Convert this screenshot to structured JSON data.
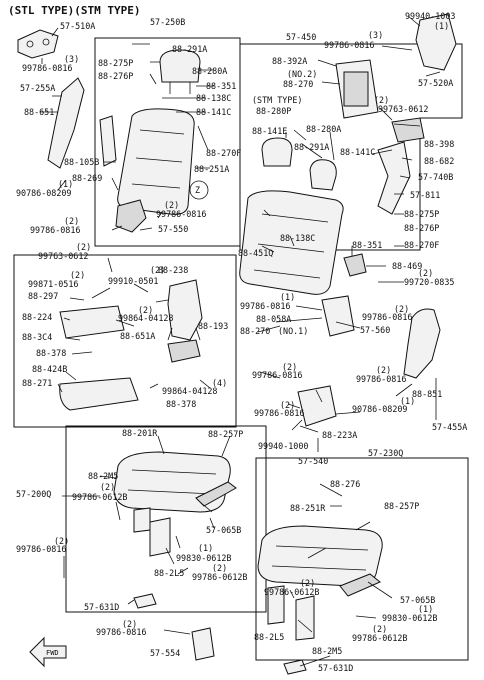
{
  "header": {
    "title": "(STL TYPE)(STM TYPE)"
  },
  "labels": {
    "l_57510A": "57-510A",
    "l_57250B": "57-250B",
    "l_99940_1003": "99940-1003",
    "l_57450": "57-450",
    "l_99786_0816_a": "99786-0816",
    "l_99786_0816_b": "99786-0816",
    "l_57520A": "57-520A",
    "l_88291A": "88-291A",
    "l_88275P_a": "88-275P",
    "l_88280A_a": "88-280A",
    "l_88276P_a": "88-276P",
    "l_88351_a": "88-351",
    "l_57255A": "57-255A",
    "l_88138C_a": "88-138C",
    "l_88651": "88-651",
    "l_88141C_a": "88-141C",
    "l_88392A": "88-392A",
    "l_no2": "(NO.2)",
    "l_88270_a": "88-270",
    "l_stm_type": "(STM TYPE)",
    "l_88280P": "88-280P",
    "l_99763_0612_a": "99763-0612",
    "l_88141E": "88-141E",
    "l_88280A_b": "88-280A",
    "l_88398": "88-398",
    "l_88682": "88-682",
    "l_88291A_b": "88-291A",
    "l_88141C_b": "88-141C",
    "l_57740B": "57-740B",
    "l_88270F_a": "88-270F",
    "l_88105B": "88-105B",
    "l_88269": "88-269",
    "l_88251A": "88-251A",
    "l_57811": "57-811",
    "l_90786_08209_a": "90786-08209",
    "l_99786_0816_c": "99786-0816",
    "l_88275P_b": "88-275P",
    "l_88276P_b": "88-276P",
    "l_99786_0816_d": "99786-0816",
    "l_57550": "57-550",
    "l_88138C_b": "88-138C",
    "l_88270F_b": "88-270F",
    "l_88351_b": "88-351",
    "l_99763_0612_b": "99763-0612",
    "l_88451Q": "88-451Q",
    "l_88469": "88-469",
    "l_88238": "88-238",
    "l_99720_0835": "99720-0835",
    "l_99871_0516": "99871-0516",
    "l_99910_0501": "99910-0501",
    "l_88297": "88-297",
    "l_99786_0816_e": "99786-0816",
    "l_88058A": "88-058A",
    "l_88224": "88-224",
    "l_99864_04128_a": "99864-04128",
    "l_99786_0816_f": "99786-0816",
    "l_88193": "88-193",
    "l_88270_no1": "88-270",
    "l_no1": "(NO.1)",
    "l_57560": "57-560",
    "l_883C4": "88-3C4",
    "l_88651A": "88-651A",
    "l_88378_a": "88-378",
    "l_88424B": "88-424B",
    "l_99786_0816_g": "99786-0816",
    "l_99786_0816_h": "99786-0816",
    "l_88271": "88-271",
    "l_99864_04128_b": "99864-04128",
    "l_88378_b": "88-378",
    "l_88851": "88-851",
    "l_90786_08209_b": "90786-08209",
    "l_99786_0816_i": "99786-0816",
    "l_57455A": "57-455A",
    "l_88201R": "88-201R",
    "l_88257P_a": "88-257P",
    "l_99940_1000": "99940-1000",
    "l_88223A": "88-223A",
    "l_57540": "57-540",
    "l_88_2M5_a": "88-2M5",
    "l_57230Q": "57-230Q",
    "l_57200Q": "57-200Q",
    "l_99786_0612B_a": "99786-0612B",
    "l_88276": "88-276",
    "l_88251R": "88-251R",
    "l_88257P_b": "88-257P",
    "l_57065B_a": "57-065B",
    "l_99786_0816_j": "99786-0816",
    "l_99830_0612B_a": "99830-0612B",
    "l_99786_0612B_b": "99786-0612B",
    "l_88_2L5_a": "88-2L5",
    "l_57065B_b": "57-065B",
    "l_99786_0612B_c": "99786-0612B",
    "l_99830_0612B_b": "99830-0612B",
    "l_57631D_a": "57-631D",
    "l_99786_0816_k": "99786-0816",
    "l_88_2L5_b": "88-2L5",
    "l_99786_0612B_d": "99786-0612B",
    "l_88_2M5_b": "88-2M5",
    "l_57554": "57-554",
    "l_57631D_b": "57-631D",
    "fwd": "FWD",
    "q1": "(1)",
    "q2": "(2)",
    "q3": "(3)",
    "q4": "(4)",
    "z": "Z"
  }
}
